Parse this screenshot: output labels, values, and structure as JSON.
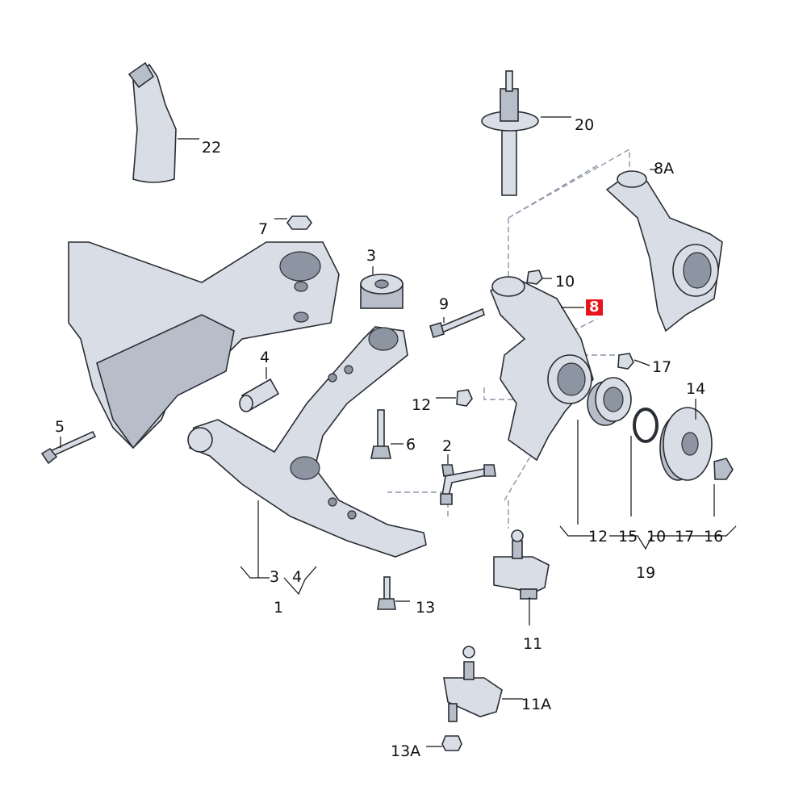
{
  "diagram": {
    "title": "Front axle suspension exploded view",
    "highlight_color": "#e8141c",
    "callouts": {
      "c22": "22",
      "c20": "20",
      "c8a": "8A",
      "c7": "7",
      "c3": "3",
      "c10": "10",
      "c9": "9",
      "c8": "8",
      "c4": "4",
      "c17": "17",
      "c14": "14",
      "c12": "12",
      "c5": "5",
      "c6": "6",
      "c2": "2",
      "c3b": "3",
      "c4b": "4",
      "c1": "1",
      "g12": "12",
      "g15": "15",
      "g10": "10",
      "g17": "17",
      "g16": "16",
      "c19": "19",
      "c13": "13",
      "c11": "11",
      "c11a": "11A",
      "c13a": "13A"
    }
  }
}
